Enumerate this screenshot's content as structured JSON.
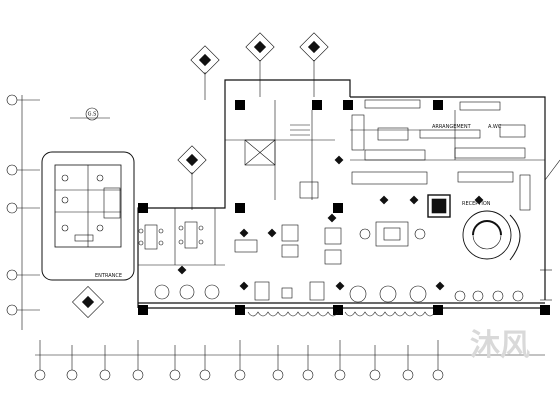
{
  "drawing": {
    "watermark": "沐风",
    "elevation_tag": "G.S",
    "labels": {
      "kitchen_note_1": "ARRANGEMENT",
      "kitchen_note_2": "A.WC",
      "lounge_label": "RECEPTION",
      "entry_label": "ENTRANCE"
    }
  },
  "colors": {
    "line": "#111111",
    "wall": "#000000",
    "watermark": "#d9d9d9",
    "bg": "#ffffff"
  }
}
